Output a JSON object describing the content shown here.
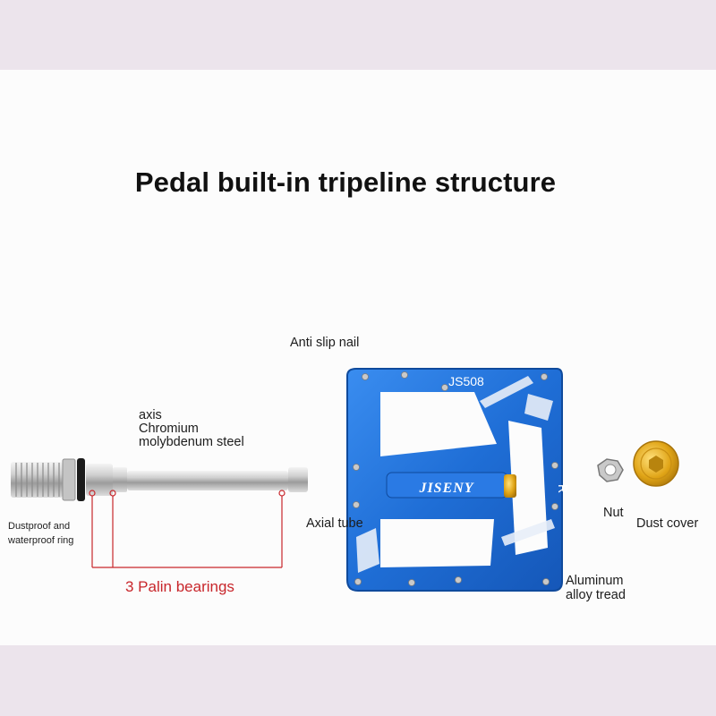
{
  "title": "Pedal built-in tripeline structure",
  "labels": {
    "anti_slip_nail": "Anti slip nail",
    "axis_line1": "axis",
    "axis_line2": "Chromium",
    "axis_line3": "molybdenum steel",
    "dustproof_line1": "Dustproof and",
    "dustproof_line2": "waterproof ring",
    "bearings": "3 Palin bearings",
    "axial_tube": "Axial tube",
    "nut": "Nut",
    "dust_cover": "Dust cover",
    "aluminum_line1": "Aluminum",
    "aluminum_line2": "alloy tread"
  },
  "pedal": {
    "model": "JS508",
    "brand": "JISENY",
    "side_mark": "R"
  },
  "colors": {
    "pedal_blue": "#1f6ed6",
    "bearing_red": "#c8262b",
    "gold": "#e0a416"
  }
}
